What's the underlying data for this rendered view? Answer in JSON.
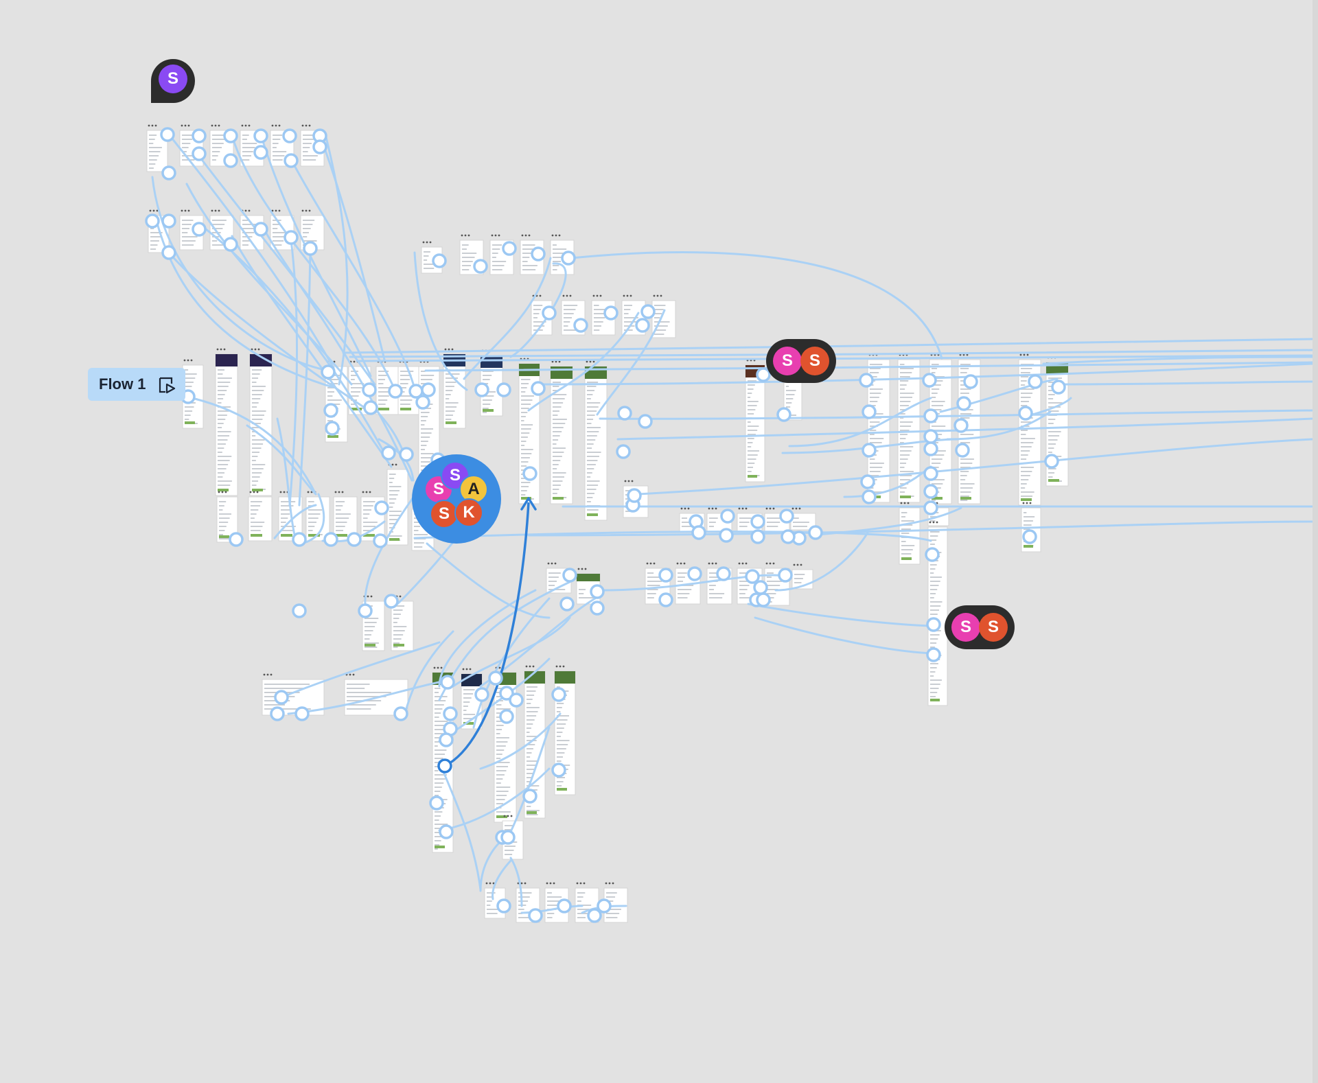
{
  "flow": {
    "label": "Flow 1"
  },
  "collaborators": {
    "solo": {
      "initial": "S"
    },
    "pair_top": [
      {
        "initial": "S"
      },
      {
        "initial": "S"
      }
    ],
    "pair_bottom": [
      {
        "initial": "S"
      },
      {
        "initial": "S"
      }
    ],
    "cluster": [
      {
        "initial": "S"
      },
      {
        "initial": "S"
      },
      {
        "initial": "A"
      },
      {
        "initial": "S"
      },
      {
        "initial": "K"
      }
    ]
  },
  "colors": {
    "canvas": "#e2e2e2",
    "connector": "#aad1f5",
    "connector_active": "#2f80d8",
    "node_border": "#9cc8f3",
    "flow_label_bg": "#b8daf8",
    "cursor_bg": "#2c2c2c",
    "cluster_bg": "#3c8de2",
    "avatar_purple": "#8a4af3",
    "avatar_pink": "#e83fb0",
    "avatar_orange": "#e0532e",
    "avatar_yellow": "#f3c43c"
  },
  "icons": {
    "flow_start": "play-frame-icon",
    "collaborator_cursor": "cursor-icon"
  }
}
